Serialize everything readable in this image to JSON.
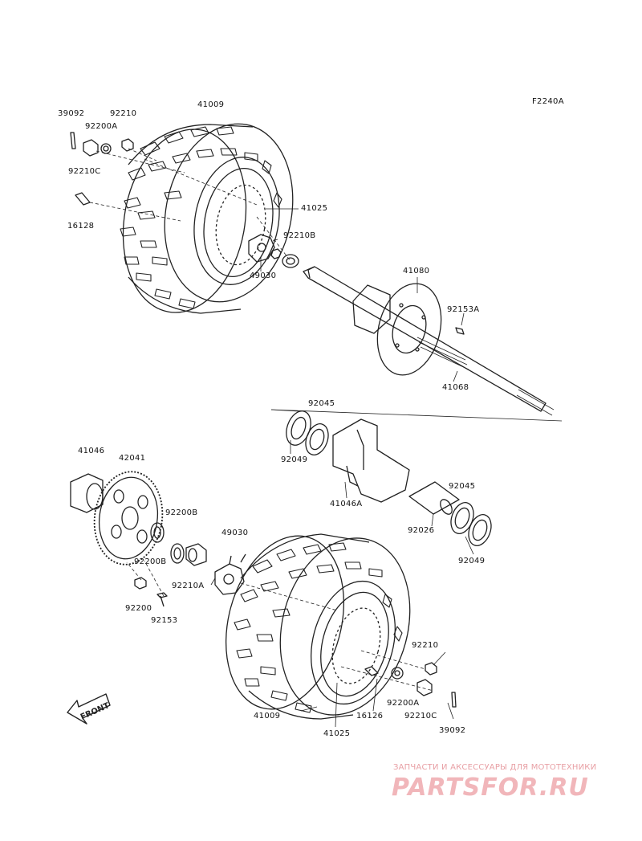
{
  "figure_code": "F2240A",
  "labels": {
    "l39092_top": "39092",
    "l92210_top": "92210",
    "l41009_top": "41009",
    "l92200A_top": "92200A",
    "l92210C_top": "92210C",
    "l16128": "16128",
    "l41025_top": "41025",
    "l92210B": "92210B",
    "l49030_top": "49030",
    "l41080": "41080",
    "l92153A": "92153A",
    "l41068": "41068",
    "l92045_top": "92045",
    "l92049_left": "92049",
    "l41046A": "41046A",
    "l92045_right": "92045",
    "l92026": "92026",
    "l92049_right": "92049",
    "l41046": "41046",
    "l42041": "42041",
    "l92200B_a": "92200B",
    "l92200B_b": "92200B",
    "l49030_bot": "49030",
    "l92210A": "92210A",
    "l92200": "92200",
    "l92153": "92153",
    "l92210_bot": "92210",
    "l92200A_bot": "92200A",
    "l92210C_bot": "92210C",
    "l16126": "16126",
    "l41009_bot": "41009",
    "l41025_bot": "41025",
    "l39092_bot": "39092"
  },
  "front_arrow": {
    "text": "FRONT"
  },
  "watermark": {
    "caption": "ЗАПЧАСТИ И АКСЕССУАРЫ ДЛЯ МОТОТЕХНИКИ",
    "brand": "PARTSFOR.RU",
    "color": "#f1b6ba"
  },
  "colors": {
    "line": "#222222",
    "background": "#ffffff"
  }
}
